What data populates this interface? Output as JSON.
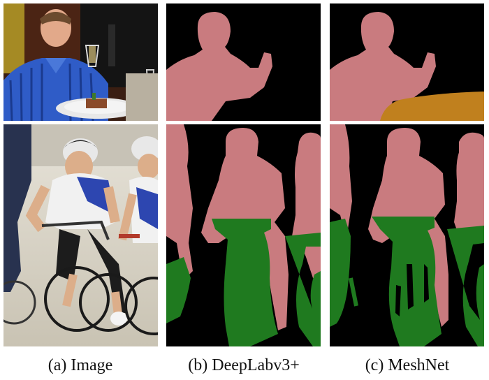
{
  "captions": [
    "(a) Image",
    "(b) DeepLabv3+",
    "(c) MeshNet"
  ],
  "colors": {
    "person": "#c97b7f",
    "table": "#c0801e",
    "bicycle": "#1f7a1f",
    "background": "#000000"
  },
  "figure_rows": [
    "diner",
    "cyclists"
  ],
  "figure_columns": [
    "image",
    "deeplabv3-plus",
    "meshnet"
  ]
}
